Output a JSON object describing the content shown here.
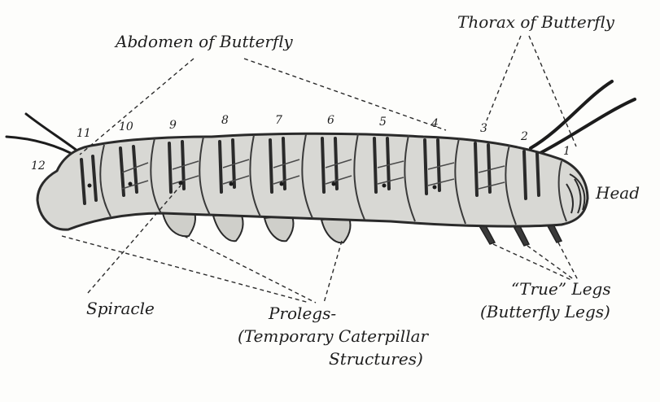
{
  "labels": {
    "abdomen": "Abdomen of Butterfly",
    "thorax": "Thorax of Butterfly",
    "head": "Head",
    "spiracle": "Spiracle",
    "prolegs_1": "Prolegs-",
    "prolegs_2": "(Temporary Caterpillar",
    "prolegs_3": "Structures)",
    "true_legs_1": "“True” Legs",
    "true_legs_2": "(Butterfly Legs)"
  },
  "segments": [
    "12",
    "11",
    "10",
    "9",
    "8",
    "7",
    "6",
    "5",
    "4",
    "3",
    "2",
    "1"
  ],
  "colors": {
    "body_fill": "#d8d8d4",
    "stripe": "#2a2a2a",
    "outline": "#2a2a2a"
  }
}
